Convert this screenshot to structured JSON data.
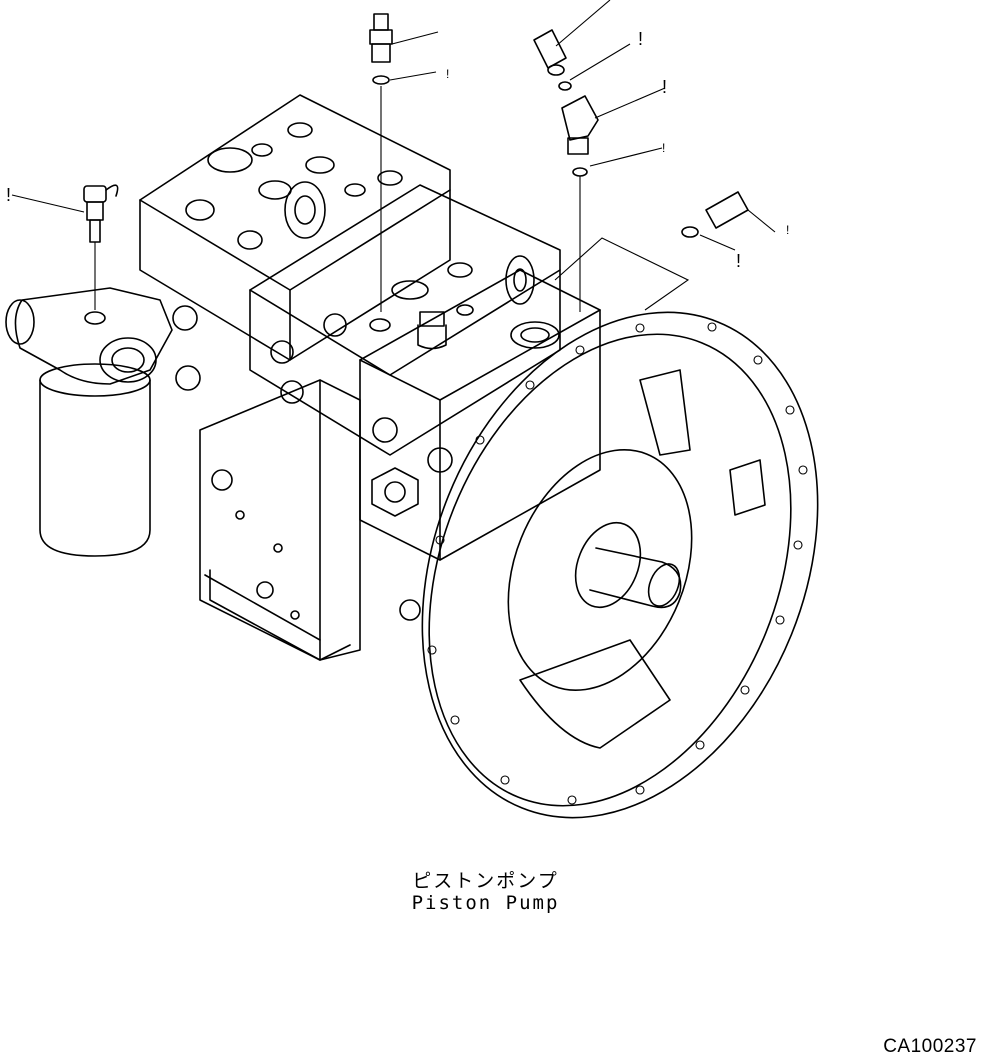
{
  "drawing": {
    "caption_jp": "ピストンポンプ",
    "caption_en": "Piston Pump",
    "drawing_code": "CA100237"
  },
  "callout_marks": [
    "!",
    "!",
    "!",
    "!",
    "!",
    "!",
    "!"
  ],
  "colors": {
    "line": "#000000",
    "background": "#ffffff"
  }
}
